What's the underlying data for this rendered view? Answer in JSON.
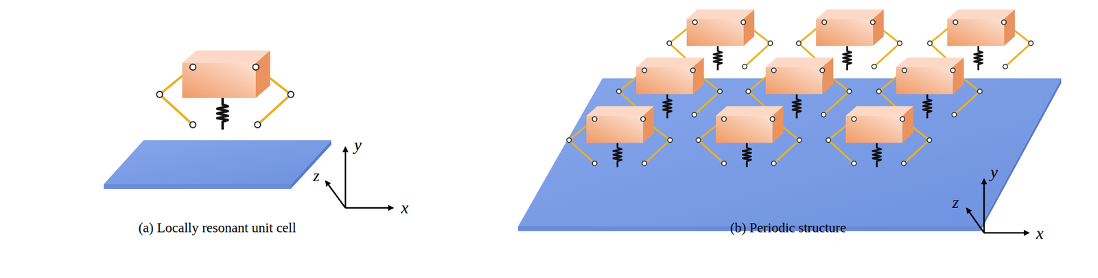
{
  "diagram": {
    "labels": [
      "y",
      "z",
      "x",
      "y",
      "z",
      "x",
      "(a) Locally resonant unit cell",
      "(b) Periodic structure"
    ]
  }
}
